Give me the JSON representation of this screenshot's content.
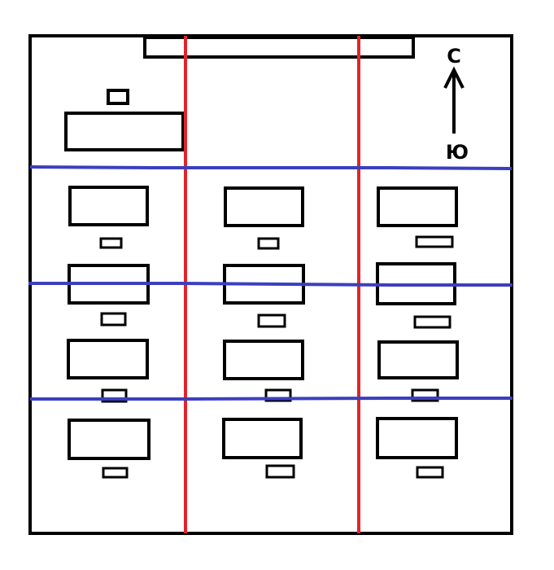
{
  "compass": {
    "north_label": "С",
    "south_label": "Ю"
  },
  "colors": {
    "outline": "#000000",
    "vertical_divider": "#e0252a",
    "horizontal_divider": "#3b3fbf",
    "background": "#ffffff"
  },
  "layout": {
    "columns": 3,
    "rows": 4,
    "vertical_dividers": 2,
    "horizontal_dividers": 3
  }
}
